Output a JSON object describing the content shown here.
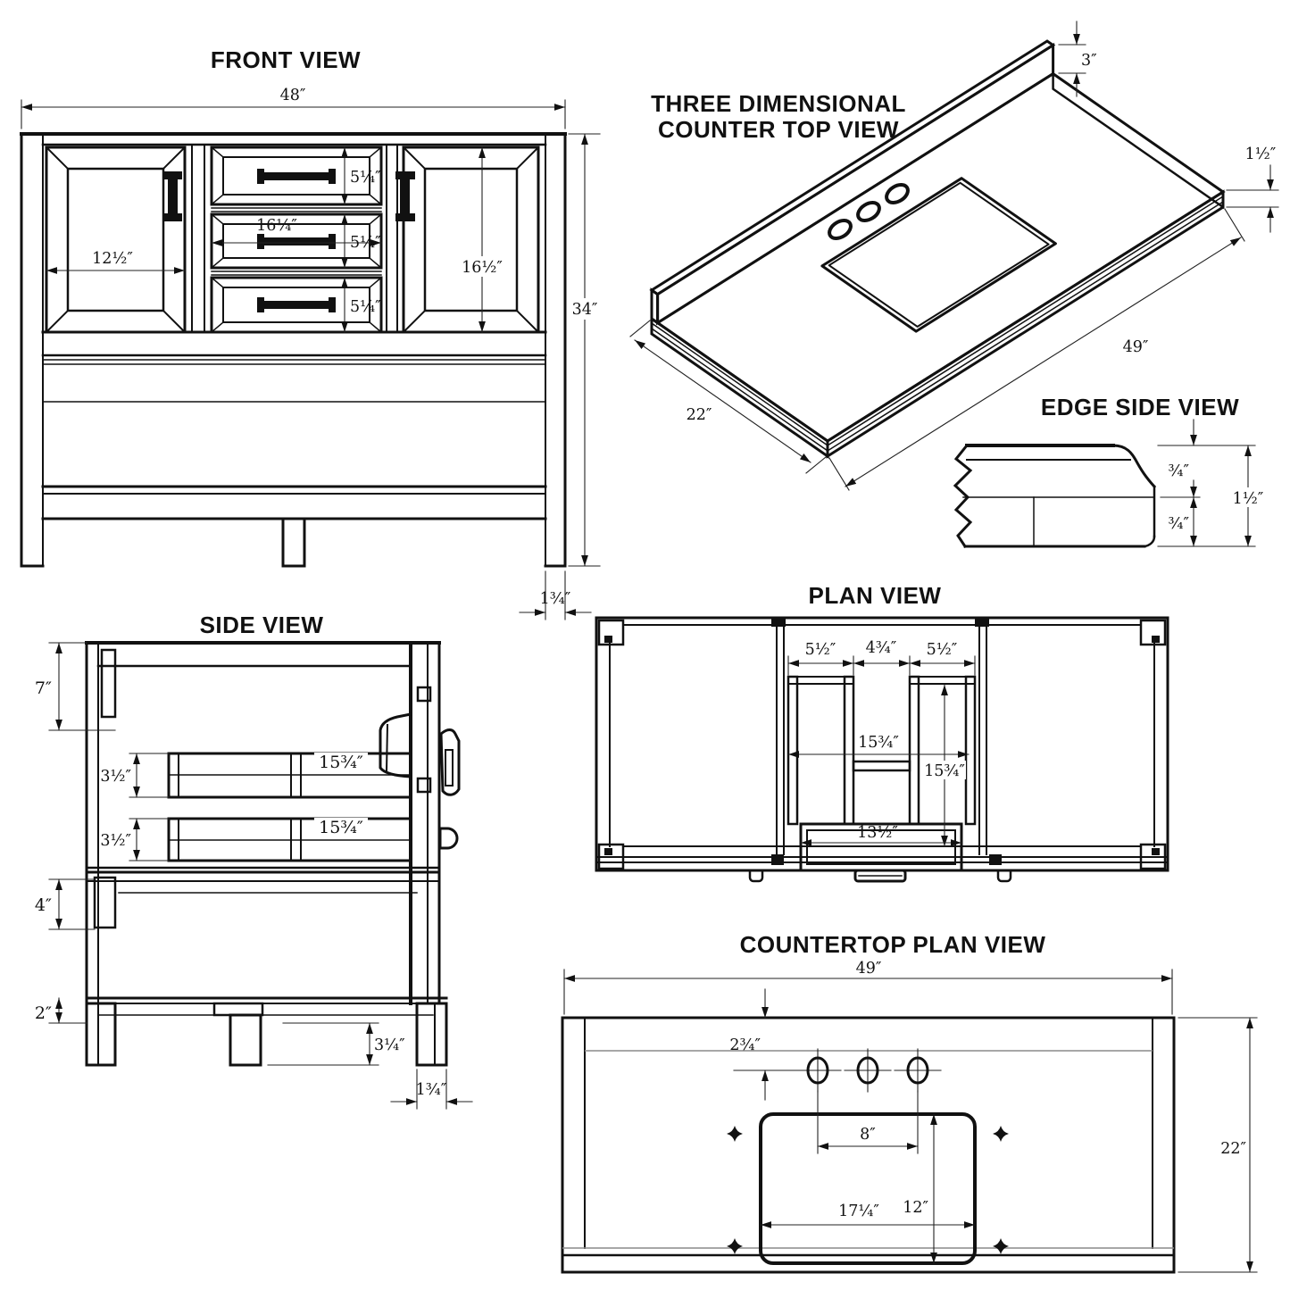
{
  "titles": {
    "front_view": "FRONT VIEW",
    "three_dimensional_line1": "THREE DIMENSIONAL",
    "three_dimensional_line2": "COUNTER TOP VIEW",
    "edge_side_view": "EDGE SIDE VIEW",
    "side_view": "SIDE VIEW",
    "plan_view": "PLAN VIEW",
    "countertop_plan_view": "COUNTERTOP PLAN VIEW"
  },
  "front_view": {
    "total_width": "48″",
    "total_height": "34″",
    "door_width": "12½″",
    "door_height": "16½″",
    "middle_drawer_width": "16¼″",
    "drawer_height_1": "5¼″",
    "drawer_height_2": "5¼″",
    "drawer_height_3": "5¼″",
    "leg_width": "1¾″"
  },
  "counter_3d": {
    "backsplash_height": "3″",
    "edge_thickness": "1½″",
    "length": "49″",
    "depth": "22″"
  },
  "edge_side": {
    "upper_layer": "¾″",
    "lower_layer": "¾″",
    "total_thickness": "1½″"
  },
  "side_view": {
    "top_section_height": "7″",
    "drawer1_height": "3½″",
    "drawer1_depth": "15¾″",
    "drawer2_height": "3½″",
    "drawer2_depth": "15¾″",
    "lower_section_height": "4″",
    "base_rail_height": "2″",
    "foot_height": "3¼″",
    "leg_depth": "1¾″"
  },
  "plan_view": {
    "slide_left_width": "5½″",
    "slide_gap_width": "4¾″",
    "slide_right_width": "5½″",
    "slide_depth_a": "15¾″",
    "slide_depth_b": "15¾″",
    "drawer_front_width": "13½″"
  },
  "countertop_plan": {
    "total_width": "49″",
    "total_depth": "22″",
    "hole_setback": "2¾″",
    "faucet_spread": "8″",
    "sink_cutout_width": "17¼″",
    "sink_cutout_depth": "12″"
  }
}
